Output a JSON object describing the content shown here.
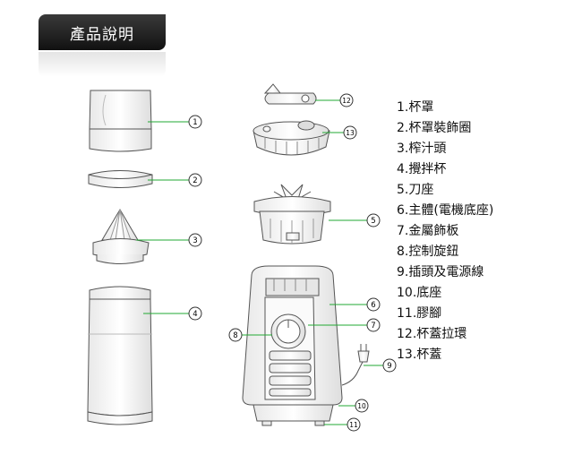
{
  "header": {
    "title": "產品說明"
  },
  "callouts": [
    "1",
    "2",
    "3",
    "4",
    "5",
    "6",
    "7",
    "8",
    "9",
    "10",
    "11",
    "12",
    "13"
  ],
  "legend": [
    "1.杯罩",
    "2.杯罩裝飾圈",
    "3.榨汁頭",
    "4.攪拌杯",
    "5.刀座",
    "6.主體(電機底座)",
    "7.金屬飾板",
    "8.控制旋鈕",
    "9.插頭及電源線",
    "10.底座",
    "11.膠腳",
    "12.杯蓋拉環",
    "13.杯蓋"
  ],
  "colors": {
    "line": "#555555",
    "leader": "#22aa33",
    "fill": "#f3f3f3"
  }
}
